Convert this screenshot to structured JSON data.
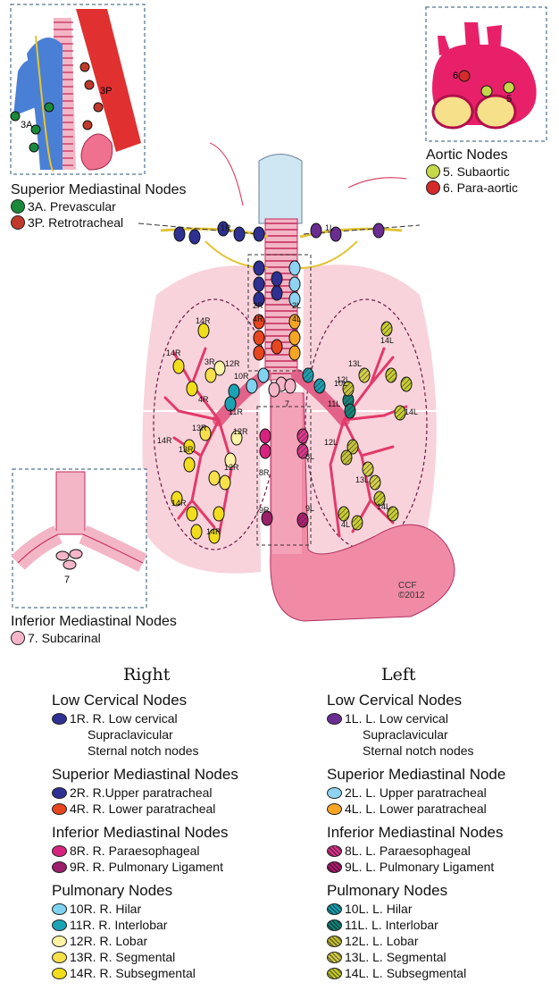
{
  "overlays": {
    "superior": {
      "title": "Superior Mediastinal Nodes",
      "items": [
        {
          "label": "3A. Prevascular",
          "color": "#1a8a3a"
        },
        {
          "label": "3P. Retrotracheal",
          "color": "#c0392b"
        }
      ]
    },
    "aortic": {
      "title": "Aortic Nodes",
      "items": [
        {
          "label": "5. Subaortic",
          "color": "#c5d84a"
        },
        {
          "label": "6. Para-aortic",
          "color": "#d42a2a"
        }
      ]
    },
    "inferior": {
      "title": "Inferior Mediastinal Nodes",
      "items": [
        {
          "label": "7. Subcarinal",
          "color": "#f4b6c8"
        }
      ]
    },
    "credit": [
      "CCF",
      "©2012"
    ]
  },
  "inset_labels": {
    "prevascular": "3A",
    "retrotracheal": "3P",
    "paraaortic": "6",
    "subaortic": "5",
    "subcarinal": "7"
  },
  "diagram_labels": [
    "1R",
    "1L",
    "2R",
    "2L",
    "4R",
    "4L",
    "14R",
    "14R",
    "3R",
    "12R",
    "10R",
    "4R",
    "11R",
    "7",
    "14R",
    "13R",
    "12R",
    "8R",
    "13R",
    "12R",
    "14R",
    "14R",
    "9R",
    "14L",
    "13L",
    "12L",
    "10L",
    "11L",
    "14L",
    "12L",
    "8L",
    "13L",
    "14L",
    "9L",
    "4L"
  ],
  "headings": {
    "right": "Right",
    "left": "Left"
  },
  "right": [
    {
      "title": "Low Cervical Nodes",
      "items": [
        {
          "label": "1R. R. Low cervical",
          "color": "#2e3192",
          "hatch": false
        }
      ],
      "sub": [
        "Supraclavicular",
        "Sternal notch nodes"
      ]
    },
    {
      "title": "Superior Mediastinal Nodes",
      "items": [
        {
          "label": "2R. R.Upper paratracheal",
          "color": "#2e3192",
          "hatch": false
        },
        {
          "label": "4R. R. Lower paratracheal",
          "color": "#e8461e",
          "hatch": false
        }
      ]
    },
    {
      "title": "Inferior Mediastinal Nodes",
      "items": [
        {
          "label": "8R. R. Paraesophageal",
          "color": "#d6247e",
          "hatch": false
        },
        {
          "label": "9R. R. Pulmonary Ligament",
          "color": "#9b1f6a",
          "hatch": false
        }
      ]
    },
    {
      "title": "Pulmonary Nodes",
      "items": [
        {
          "label": "10R. R. Hilar",
          "color": "#7fd3f0",
          "hatch": false
        },
        {
          "label": "11R. R. Interlobar",
          "color": "#1aa3b5",
          "hatch": false
        },
        {
          "label": "12R. R. Lobar",
          "color": "#fff3a6",
          "hatch": false
        },
        {
          "label": "13R. R. Segmental",
          "color": "#f7e04a",
          "hatch": false
        },
        {
          "label": "14R. R. Subsegmental",
          "color": "#f2dd1c",
          "hatch": false
        }
      ]
    }
  ],
  "left": [
    {
      "title": "Low Cervical Nodes",
      "items": [
        {
          "label": "1L. L. Low cervical",
          "color": "#6a2d91",
          "hatch": false
        }
      ],
      "sub": [
        "Supraclavicular",
        "Sternal notch nodes"
      ]
    },
    {
      "title": "Superior Mediastinal Node",
      "items": [
        {
          "label": "2L. L. Upper paratracheal",
          "color": "#8fd3f3",
          "hatch": false
        },
        {
          "label": "4L. L. Lower paratracheal",
          "color": "#f6a623",
          "hatch": false
        }
      ]
    },
    {
      "title": "Inferior Mediastinal Nodes",
      "items": [
        {
          "label": "8L. L. Paraesophageal",
          "color": "#e0368e",
          "hatch": true
        },
        {
          "label": "9L. L. Pulmonary Ligament",
          "color": "#b01e72",
          "hatch": true
        }
      ]
    },
    {
      "title": "Pulmonary Nodes",
      "items": [
        {
          "label": "10L. L. Hilar",
          "color": "#1aa3b5",
          "hatch": true
        },
        {
          "label": "11L. L. Interlobar",
          "color": "#13857a",
          "hatch": true
        },
        {
          "label": "12L. L. Lobar",
          "color": "#c8c43a",
          "hatch": true
        },
        {
          "label": "13L. L. Segmental",
          "color": "#d8d24a",
          "hatch": true
        },
        {
          "label": "14L. L. Subsegmental",
          "color": "#c9cf30",
          "hatch": true
        }
      ]
    }
  ]
}
